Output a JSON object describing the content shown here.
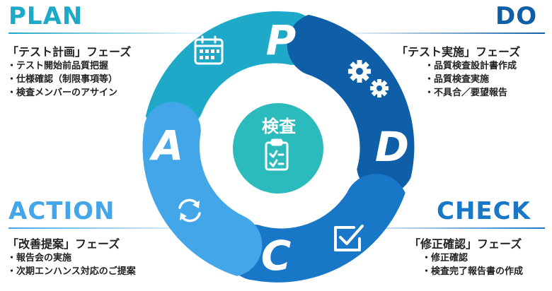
{
  "center": {
    "label": "検査",
    "icon": "clipboard-check-icon",
    "color": "#2bbbbd"
  },
  "phases": {
    "plan": {
      "title": "PLAN",
      "letter": "P",
      "heading": "「テスト計画」フェーズ",
      "items": [
        "テスト開始前品質把握",
        "仕様確認（制限事項等）",
        "検査メンバーのアサイン"
      ],
      "icon": "calendar-icon",
      "color": "#1ea9c9"
    },
    "do": {
      "title": "DO",
      "letter": "D",
      "heading": "「テスト実施」フェーズ",
      "items": [
        "品質検査設計書作成",
        "品質検査実施",
        "不具合／要望報告"
      ],
      "icon": "gears-icon",
      "color": "#0f5fa8"
    },
    "check": {
      "title": "CHECK",
      "letter": "C",
      "heading": "「修正確認」フェーズ",
      "items": [
        "修正確認",
        "検査完了報告書の作成"
      ],
      "icon": "checkbox-icon",
      "color": "#1977c8"
    },
    "action": {
      "title": "ACTION",
      "letter": "A",
      "heading": "「改善提案」フェーズ",
      "items": [
        "報告会の実施",
        "次期エンハンス対応のご提案"
      ],
      "icon": "refresh-icon",
      "color": "#43a6e8"
    }
  }
}
